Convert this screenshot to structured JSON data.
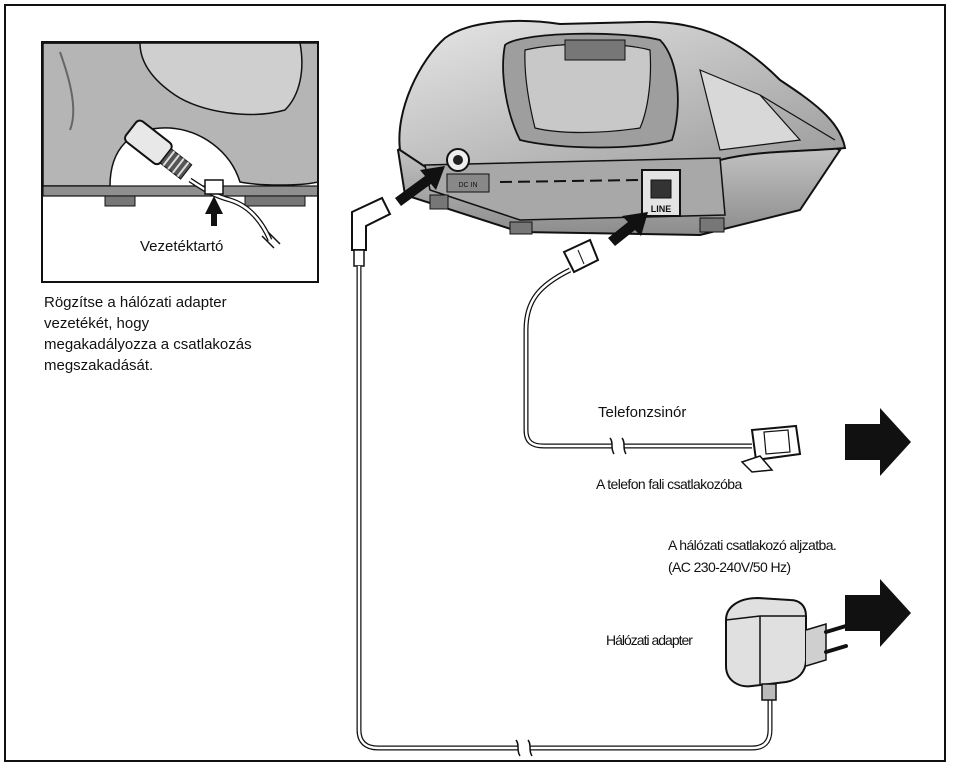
{
  "labels": {
    "cord_holder": "Vezetéktartó",
    "note_lines": [
      "Rögzítse a hálózati adapter",
      "vezetékét, hogy",
      "megakadályozza a csatlakozás",
      "megszakadását."
    ],
    "phone_cord": "Telefonzsinór",
    "to_wall_jack": "A telefon fali csatlakozóba",
    "to_outlet_line1": "A hálózati csatlakozó aljzatba.",
    "to_outlet_line2": "(AC 230-240V/50 Hz)",
    "adapter": "Hálózati adapter",
    "line_port": "LINE",
    "dc_port": "DC IN"
  },
  "icons": {
    "outlet_arrow": "right-arrow-icon",
    "jack_arrow": "right-arrow-icon",
    "insert_arrow": "diagonal-arrow-icon",
    "holder_pointer": "up-arrow-icon"
  },
  "colors": {
    "ink": "#111111",
    "body_fill": "#bdbdbd",
    "body_light": "#e0e0e0",
    "body_dark": "#7a7a7a",
    "paper": "#ffffff"
  }
}
